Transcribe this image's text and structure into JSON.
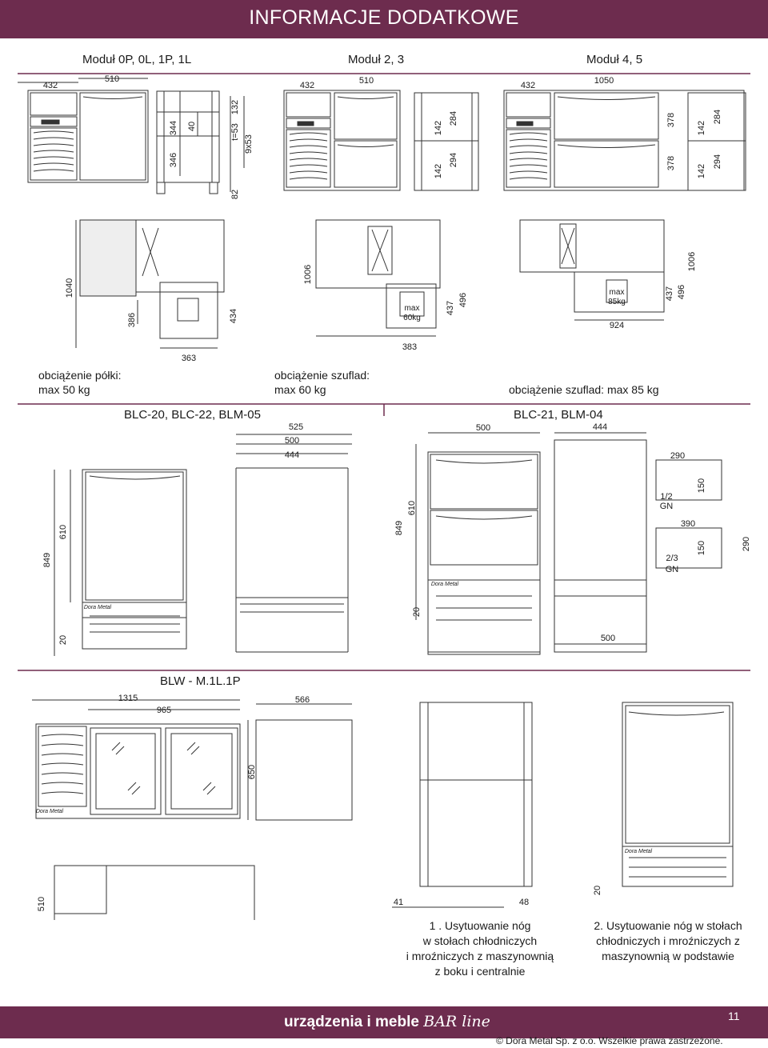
{
  "header": {
    "title": "INFORMACJE DODATKOWE"
  },
  "modules": [
    {
      "title": "Moduł 0P, 0L, 1P, 1L"
    },
    {
      "title": "Moduł 2, 3"
    },
    {
      "title": "Moduł 4, 5"
    }
  ],
  "loads": {
    "shelf": [
      "obciążenie półki:",
      "max 50 kg"
    ],
    "drawers60": [
      "obciążenie szuflad:",
      "max 60 kg"
    ],
    "drawers85": "obciążenie szuflad: max 85 kg"
  },
  "weights": {
    "w60": [
      "max",
      "60kg"
    ],
    "w85": [
      "max",
      "85kg"
    ]
  },
  "models": {
    "blc20": "BLC-20, BLC-22, BLM-05",
    "blc21": "BLC-21, BLM-04",
    "blw": "BLW - M.1L.1P"
  },
  "gn": {
    "half": [
      "1/2",
      "GN"
    ],
    "twothirds": [
      "2/3",
      "GN"
    ]
  },
  "dims": {
    "r1": {
      "a": "432",
      "b": "510",
      "c": "344",
      "d": "346",
      "e": "40",
      "f": "t=53",
      "g": "9x53",
      "h": "132",
      "i": "82",
      "j": "432",
      "k": "510",
      "l": "142",
      "m": "284",
      "n": "142",
      "o": "294",
      "p": "432",
      "q": "1050",
      "r": "378",
      "s": "378",
      "t": "142",
      "u": "284",
      "v": "142",
      "w": "294"
    },
    "r2": {
      "a": "1040",
      "b": "386",
      "c": "434",
      "d": "363",
      "e": "1006",
      "f": "437",
      "g": "496",
      "h": "383",
      "i": "1006",
      "j": "437",
      "k": "496",
      "l": "924"
    },
    "r3": {
      "a": "525",
      "b": "500",
      "c": "444",
      "d": "849",
      "e": "610",
      "f": "20",
      "g": "500",
      "h": "444",
      "i": "849",
      "j": "610",
      "k": "20",
      "l": "290",
      "m": "150",
      "n": "390",
      "o": "150",
      "p": "290",
      "q": "500"
    },
    "r4": {
      "a": "1315",
      "b": "965",
      "c": "566",
      "d": "650",
      "e": "510",
      "f": "41",
      "g": "48",
      "h": "20"
    }
  },
  "captions": {
    "c1": [
      "1 . Usytuowanie nóg",
      "w stołach chłodniczych",
      "i mroźniczych z maszynownią",
      "z boku i centralnie"
    ],
    "c2": [
      "2. Usytuowanie nóg w stołach",
      "chłodniczych i mroźniczych z",
      "maszynownią w podstawie"
    ]
  },
  "brand_small": "Dora Metal",
  "footer": {
    "brand": "urządzenia i meble ",
    "brand_script": "BAR line",
    "page": "11",
    "copyright": "© Dora Metal Sp. z o.o. Wszelkie prawa zastrzeżone."
  }
}
